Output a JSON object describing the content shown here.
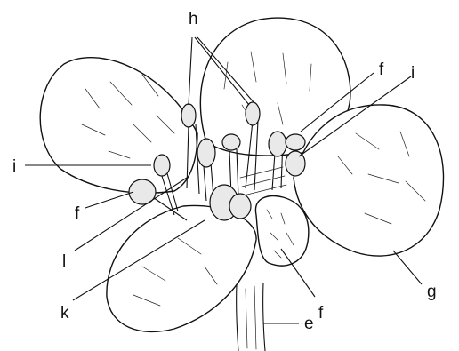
{
  "labels": {
    "h": "h",
    "f_top": "f",
    "i_right": "i",
    "i_left": "i",
    "f_left": "f",
    "l": "l",
    "k": "k",
    "f_bottom": "f",
    "g": "g",
    "e": "e"
  }
}
